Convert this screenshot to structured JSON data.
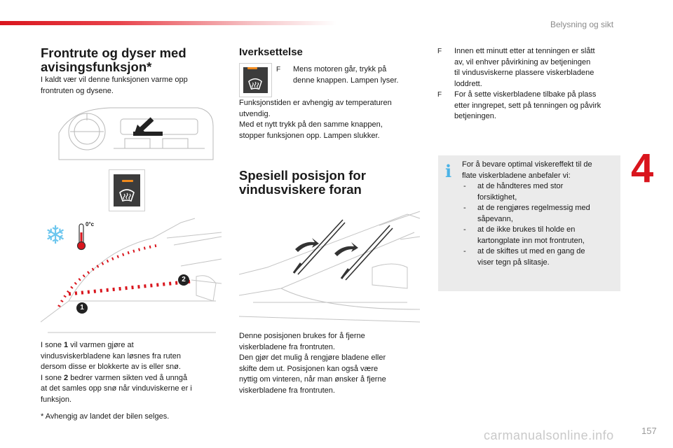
{
  "header": {
    "chapter": "Belysning og sikt",
    "chapter_number": "4",
    "page_number": "157"
  },
  "watermark": "carmanualsonline.info",
  "left": {
    "title_line1": "Frontrute og dyser med",
    "title_line2": "avisingsfunksjon*",
    "intro_line1": "I kaldt vær vil denne funksjonen varme opp",
    "intro_line2": "frontruten og dysene.",
    "temp_label": "0°c",
    "zone1_label": "1",
    "zone2_label": "2",
    "zone_lines": [
      {
        "pre": "I sone ",
        "num": "1",
        "post": " vil varmen gjøre at"
      },
      {
        "pre": "vindusviskerbladene kan løsnes fra ruten",
        "num": "",
        "post": ""
      },
      {
        "pre": "dersom disse er blokkerte av is eller snø.",
        "num": "",
        "post": ""
      },
      {
        "pre": "I sone ",
        "num": "2",
        "post": " bedrer varmen sikten ved å unngå"
      },
      {
        "pre": "at det samles opp snø når vinduviskerne er i",
        "num": "",
        "post": ""
      },
      {
        "pre": "funksjon.",
        "num": "",
        "post": ""
      }
    ],
    "footnote": "* Avhengig av landet der bilen selges."
  },
  "middle": {
    "title_iverk": "Iverksettelse",
    "bullet_symbol": "F",
    "bullet_line1": "Mens motoren går, trykk på",
    "bullet_line2": "denne knappen. Lampen lyser.",
    "para_lines": [
      "Funksjonstiden er avhengig av temperaturen",
      "utvendig.",
      "Med et nytt trykk på den samme knappen,",
      "stopper funksjonen opp. Lampen slukker."
    ],
    "title2_line1": "Spesiell posisjon for",
    "title2_line2": "vindusviskere foran",
    "bottom_lines": [
      "Denne posisjonen brukes for å fjerne",
      "viskerbladene fra frontruten.",
      "Den gjør det mulig å rengjøre bladene eller",
      "skifte dem ut. Posisjonen kan også være",
      "nyttig om vinteren, når man ønsker å fjerne",
      "viskerbladene fra frontruten."
    ]
  },
  "right": {
    "bullets": [
      {
        "symbol": "F",
        "lines": [
          "Innen ett minutt etter at tenningen er slått",
          "av, vil enhver påvirkining av betjeningen",
          "til vindusviskerne plassere viskerbladene",
          "loddrett."
        ]
      },
      {
        "symbol": "F",
        "lines": [
          "For å sette viskerbladene tilbake på plass",
          "etter inngrepet, sett på tenningen og påvirk",
          "betjeningen."
        ]
      }
    ],
    "info_icon": "i",
    "info_intro": [
      "For å bevare optimal viskereffekt til de",
      "flate viskerbladene anbefaler vi:"
    ],
    "info_items": [
      {
        "dash": "-",
        "lines": [
          "at de håndteres med stor",
          "forsiktighet,"
        ]
      },
      {
        "dash": "-",
        "lines": [
          "at de rengjøres regelmessig med",
          "såpevann,"
        ]
      },
      {
        "dash": "-",
        "lines": [
          "at de ikke brukes til holde en",
          "kartongplate inn mot frontruten,"
        ]
      },
      {
        "dash": "-",
        "lines": [
          "at de skiftes ut med en gang de",
          "viser tegn på slitasje."
        ]
      }
    ]
  },
  "colors": {
    "accent_red": "#d9151d",
    "info_blue": "#4bb3e6",
    "led_orange": "#f08a1c",
    "infobox_bg": "#ebebeb"
  }
}
